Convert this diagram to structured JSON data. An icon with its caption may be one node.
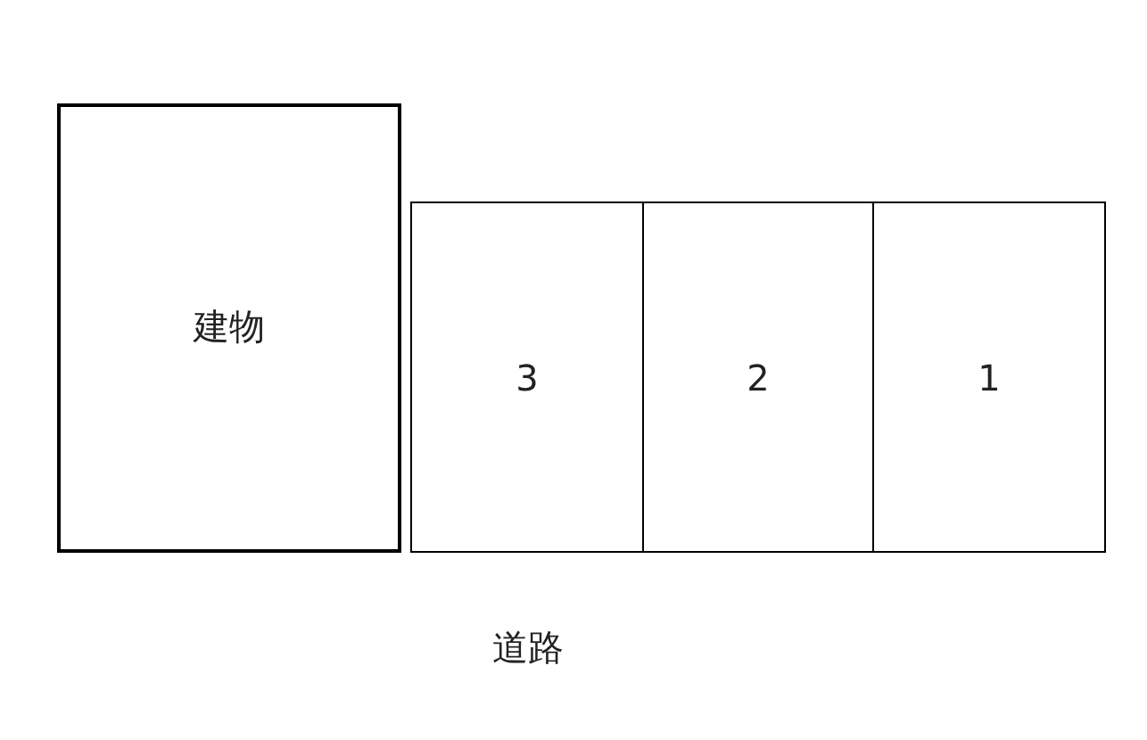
{
  "diagram": {
    "nodes": [
      {
        "text": [
          "建物"
        ]
      },
      {
        "text": [
          "3"
        ]
      },
      {
        "text": [
          "2"
        ]
      },
      {
        "text": [
          "1"
        ]
      }
    ],
    "labels": [
      "道路"
    ]
  }
}
